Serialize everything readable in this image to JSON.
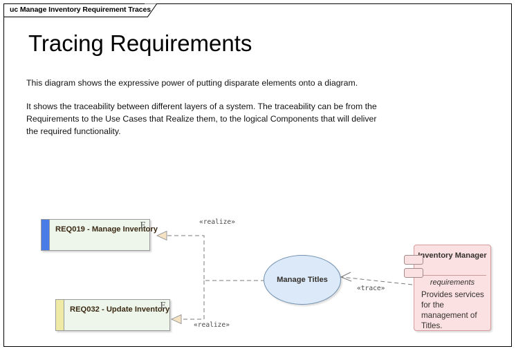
{
  "tab": {
    "label": "uc Manage Inventory Requirement Traces"
  },
  "heading": {
    "title": "Tracing Requirements"
  },
  "body": {
    "paragraph_1": "This diagram shows the expressive power of putting disparate elements onto a diagram.",
    "paragraph_2": "It shows the traceability between different layers of a system.  The traceability can be from the Requirements to the Use Cases that Realize them, to the logical Components that will deliver the required functionality."
  },
  "requirements": [
    {
      "id": "req019",
      "label": "REQ019 - Manage Inventory",
      "accent_color": "#4a7ce8",
      "fill_color": "#eef5ea",
      "icon": "E"
    },
    {
      "id": "req032",
      "label": "REQ032 - Update Inventory",
      "accent_color": "#efeaa6",
      "fill_color": "#eef5ea",
      "icon": "E"
    }
  ],
  "use_case": {
    "label": "Manage Titles",
    "fill_color": "#dce9f8",
    "border_color": "#6e8fae"
  },
  "component": {
    "title": "Inventory Manager",
    "section_label": "requirements",
    "description": "Provides services for the management of Titles.",
    "fill_color": "#fbe1e1",
    "border_color": "#d79a9a"
  },
  "connectors": [
    {
      "id": "realize-top",
      "label": "«realize»"
    },
    {
      "id": "realize-bottom",
      "label": "«realize»"
    },
    {
      "id": "trace",
      "label": "«trace»"
    }
  ]
}
